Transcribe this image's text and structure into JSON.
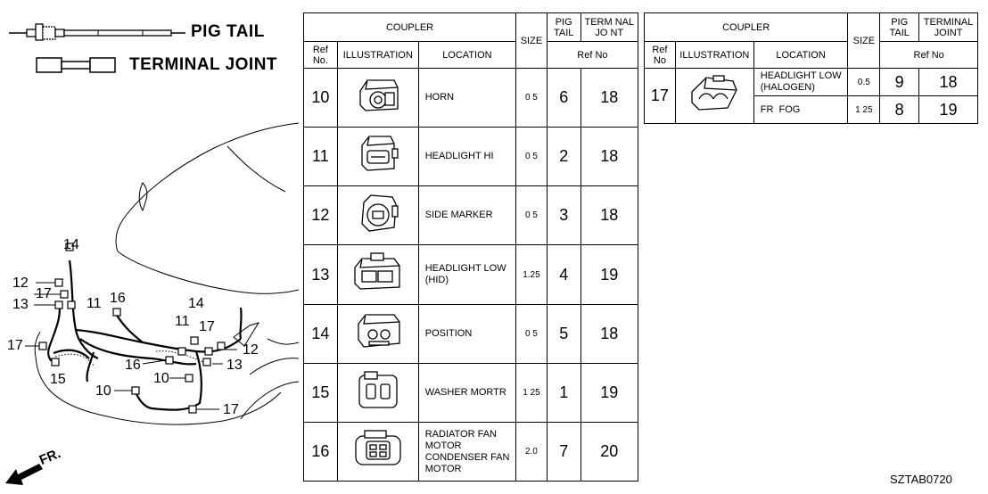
{
  "legend": {
    "pig_tail": "PIG TAIL",
    "terminal_joint": "TERMINAL JOINT"
  },
  "diagram": {
    "front_indicator": "FR.",
    "labels": [
      {
        "text": "14"
      },
      {
        "text": "12"
      },
      {
        "text": "17"
      },
      {
        "text": "11"
      },
      {
        "text": "13"
      },
      {
        "text": "16"
      },
      {
        "text": "14"
      },
      {
        "text": "11"
      },
      {
        "text": "17"
      },
      {
        "text": "17"
      },
      {
        "text": "12"
      },
      {
        "text": "15"
      },
      {
        "text": "16"
      },
      {
        "text": "13"
      },
      {
        "text": "10"
      },
      {
        "text": "10"
      },
      {
        "text": "17"
      }
    ]
  },
  "table_main": {
    "header": {
      "coupler": "COUPLER",
      "size": "SIZE",
      "pig_tail": "PIG\nTAIL",
      "terminal_joint": "TERM NAL\nJO NT",
      "ref_no": "Ref\nNo.",
      "illustration": "ILLUSTRATION",
      "location": "LOCATION",
      "ref_no_group": "Ref No"
    },
    "rows": [
      {
        "ref": "10",
        "location": "HORN",
        "size": "0 5",
        "pig_tail": "6",
        "terminal_joint": "18"
      },
      {
        "ref": "11",
        "location": "HEADLIGHT HI",
        "size": "0 5",
        "pig_tail": "2",
        "terminal_joint": "18"
      },
      {
        "ref": "12",
        "location": "SIDE MARKER",
        "size": "0 5",
        "pig_tail": "3",
        "terminal_joint": "18"
      },
      {
        "ref": "13",
        "location": "HEADLIGHT LOW\n(HID)",
        "size": "1.25",
        "pig_tail": "4",
        "terminal_joint": "19"
      },
      {
        "ref": "14",
        "location": "POSITION",
        "size": "0 5",
        "pig_tail": "5",
        "terminal_joint": "18"
      },
      {
        "ref": "15",
        "location": "WASHER MORTR",
        "size": "1 25",
        "pig_tail": "1",
        "terminal_joint": "19"
      },
      {
        "ref": "16",
        "location": "RADIATOR FAN\nMOTOR\nCONDENSER FAN\nMOTOR",
        "size": "2.0",
        "pig_tail": "7",
        "terminal_joint": "20"
      }
    ]
  },
  "table_side": {
    "header": {
      "coupler": "COUPLER",
      "size": "SIZE",
      "pig_tail": "PIG\nTAIL",
      "terminal_joint": "TERMINAL\nJOINT",
      "ref_no": "Ref\nNo",
      "illustration": "ILLUSTRATION",
      "location": "LOCATION",
      "ref_no_group": "Ref No"
    },
    "ref": "17",
    "rows": [
      {
        "location": "HEADLIGHT LOW\n(HALOGEN)",
        "size": "0.5",
        "pig_tail": "9",
        "terminal_joint": "18"
      },
      {
        "location": "FR  FOG",
        "size": "1 25",
        "pig_tail": "8",
        "terminal_joint": "19"
      }
    ]
  },
  "diagram_code": "SZTAB0720"
}
